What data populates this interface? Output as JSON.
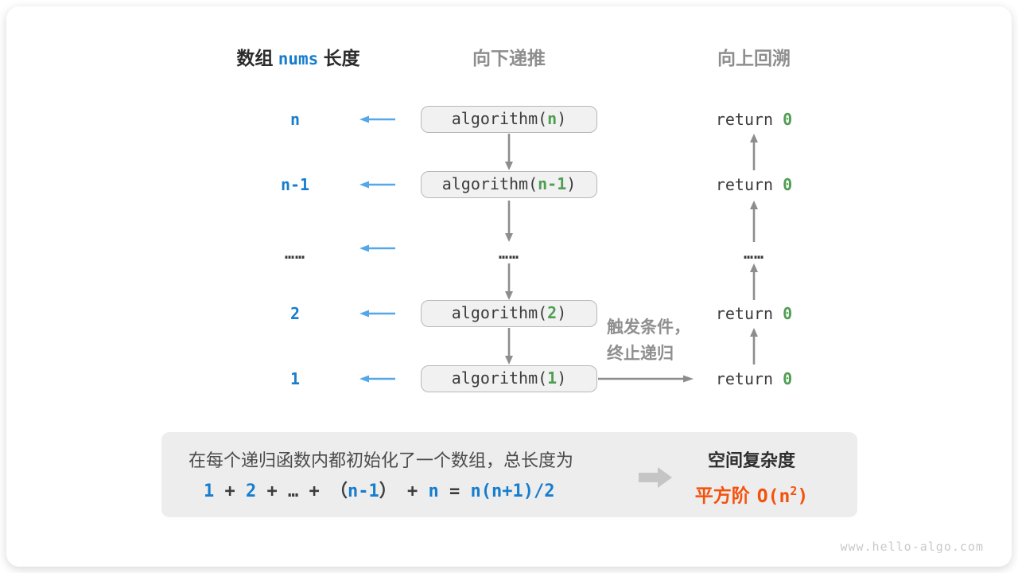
{
  "header": {
    "array_label_prefix": "数组 ",
    "array_label_code": "nums",
    "array_label_suffix": " 长度",
    "recurse_col": "向下递推",
    "backtrack_col": "向上回溯"
  },
  "rows": [
    {
      "length": "n",
      "call_open": "algorithm(",
      "call_arg": "n",
      "call_close": ")",
      "ret_kw": "return ",
      "ret_val": "0"
    },
    {
      "length": "n-1",
      "call_open": "algorithm(",
      "call_arg": "n-1",
      "call_close": ")",
      "ret_kw": "return ",
      "ret_val": "0"
    },
    {
      "length": "……",
      "dots": "……"
    },
    {
      "length": "2",
      "call_open": "algorithm(",
      "call_arg": "2",
      "call_close": ")",
      "ret_kw": "return ",
      "ret_val": "0"
    },
    {
      "length": "1",
      "call_open": "algorithm(",
      "call_arg": "1",
      "call_close": ")",
      "ret_kw": "return ",
      "ret_val": "0"
    }
  ],
  "trigger_note": {
    "line1": "触发条件，",
    "line2": "终止递归"
  },
  "summary": {
    "line1": "在每个递归函数内都初始化了一个数组，总长度为",
    "formula": {
      "n1": "1",
      "op1": " + ",
      "n2": "2",
      "op2": " + ",
      "dots": "…",
      "op3": " + ",
      "paren_open": "（",
      "n3": "n-1",
      "paren_close": "）",
      "op4": " + ",
      "n4": "n",
      "eq": " = ",
      "expr": "n(n+1)/2"
    },
    "result_title": "空间复杂度",
    "result_label": "平方阶",
    "result_code_open": "O(n",
    "result_exponent": "2",
    "result_code_close": ")"
  },
  "watermark": "www.hello-algo.com",
  "colors": {
    "accent_blue": "#177dce",
    "arrow_blue": "#54a8e8",
    "green": "#4f9e52",
    "orange": "#f4510c",
    "gray_arrow": "#8d8d8d",
    "gray_header": "#8e8e8e",
    "box_fill": "#f1f1f1",
    "box_border": "#b8b8b8",
    "panel_fill": "#ededed"
  }
}
